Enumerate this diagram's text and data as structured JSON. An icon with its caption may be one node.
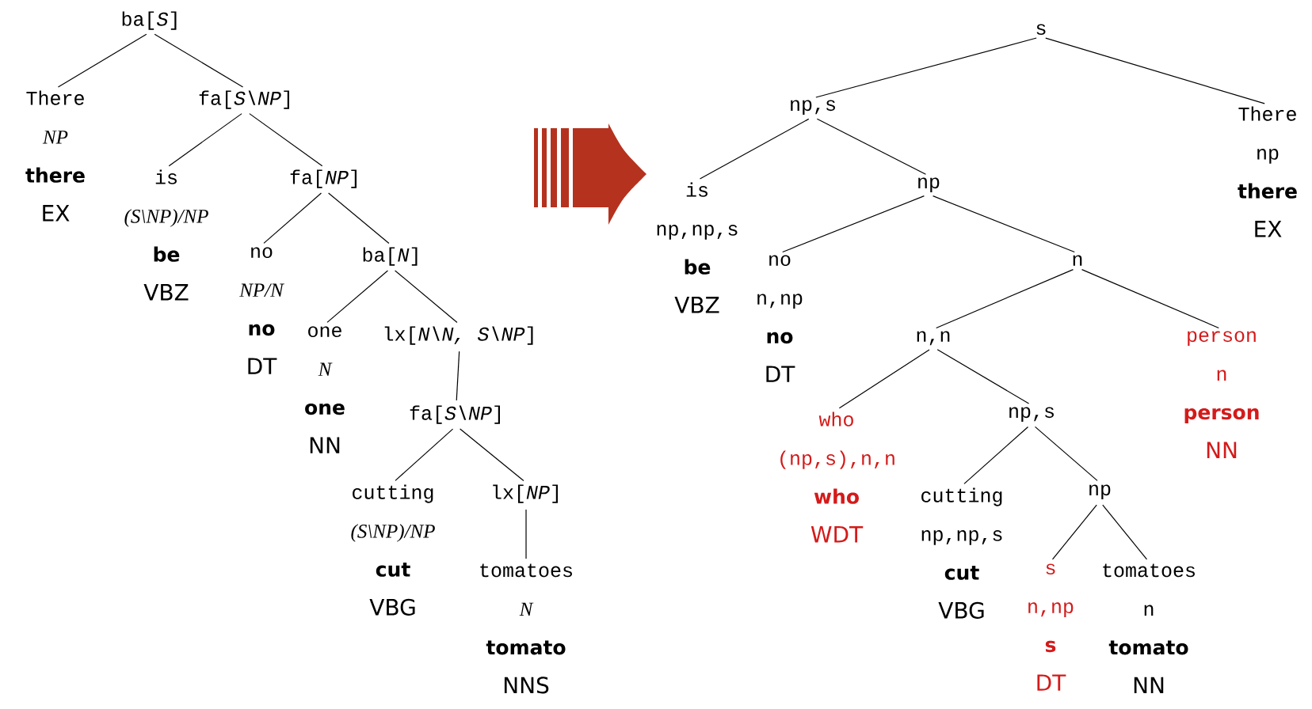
{
  "diagram": {
    "nodes": [
      {
        "text": [
          "ba[*S*]"
        ]
      },
      {
        "text": [
          "There",
          "NP",
          "there",
          "EX"
        ]
      },
      {
        "text": [
          "fa[*S\\NP*]"
        ]
      },
      {
        "text": [
          "is",
          "(S\\NP)/NP",
          "be",
          "VBZ"
        ]
      },
      {
        "text": [
          "fa[*NP*]"
        ]
      },
      {
        "text": [
          "no",
          "NP/N",
          "no",
          "DT"
        ]
      },
      {
        "text": [
          "ba[*N*]"
        ]
      },
      {
        "text": [
          "one",
          "N",
          "one",
          "NN"
        ]
      },
      {
        "text": [
          "lx[*N\\N, S\\NP*]"
        ]
      },
      {
        "text": [
          "fa[*S\\NP*]"
        ]
      },
      {
        "text": [
          "cutting",
          "(S\\NP)/NP",
          "cut",
          "VBG"
        ]
      },
      {
        "text": [
          "lx[*NP*]"
        ]
      },
      {
        "text": [
          "tomatoes",
          "N",
          "tomato",
          "NNS"
        ]
      },
      {
        "text": [
          "s"
        ]
      },
      {
        "text": [
          "np,s"
        ]
      },
      {
        "text": [
          "There",
          "np",
          "there",
          "EX"
        ]
      },
      {
        "text": [
          "is",
          "np,np,s",
          "be",
          "VBZ"
        ]
      },
      {
        "text": [
          "np"
        ]
      },
      {
        "text": [
          "no",
          "n,np",
          "no",
          "DT"
        ]
      },
      {
        "text": [
          "n"
        ]
      },
      {
        "text": [
          "n,n"
        ]
      },
      {
        "text": [
          "person",
          "n",
          "person",
          "NN"
        ]
      },
      {
        "text": [
          "who",
          "(np,s),n,n",
          "who",
          "WDT"
        ]
      },
      {
        "text": [
          "np,s"
        ]
      },
      {
        "text": [
          "cutting",
          "np,np,s",
          "cut",
          "VBG"
        ]
      },
      {
        "text": [
          "np"
        ]
      },
      {
        "text": [
          "s",
          "n,np",
          "s",
          "DT"
        ]
      },
      {
        "text": [
          "tomatoes",
          "n",
          "tomato",
          "NN"
        ]
      }
    ],
    "edges": [
      {
        "from": 0,
        "to": 1,
        "arrow": "none"
      },
      {
        "from": 0,
        "to": 2,
        "arrow": "none"
      },
      {
        "from": 2,
        "to": 3,
        "arrow": "none"
      },
      {
        "from": 2,
        "to": 4,
        "arrow": "none"
      },
      {
        "from": 4,
        "to": 5,
        "arrow": "none"
      },
      {
        "from": 4,
        "to": 6,
        "arrow": "none"
      },
      {
        "from": 6,
        "to": 7,
        "arrow": "none"
      },
      {
        "from": 6,
        "to": 8,
        "arrow": "none"
      },
      {
        "from": 8,
        "to": 9,
        "arrow": "none"
      },
      {
        "from": 9,
        "to": 10,
        "arrow": "none"
      },
      {
        "from": 9,
        "to": 11,
        "arrow": "none"
      },
      {
        "from": 11,
        "to": 12,
        "arrow": "none"
      },
      {
        "from": 13,
        "to": 14,
        "arrow": "none"
      },
      {
        "from": 13,
        "to": 15,
        "arrow": "none"
      },
      {
        "from": 14,
        "to": 16,
        "arrow": "none"
      },
      {
        "from": 14,
        "to": 17,
        "arrow": "none"
      },
      {
        "from": 17,
        "to": 18,
        "arrow": "none"
      },
      {
        "from": 17,
        "to": 19,
        "arrow": "none"
      },
      {
        "from": 19,
        "to": 20,
        "arrow": "none"
      },
      {
        "from": 19,
        "to": 21,
        "arrow": "none"
      },
      {
        "from": 20,
        "to": 22,
        "arrow": "none"
      },
      {
        "from": 20,
        "to": 23,
        "arrow": "none"
      },
      {
        "from": 23,
        "to": 24,
        "arrow": "none"
      },
      {
        "from": 23,
        "to": 25,
        "arrow": "none"
      },
      {
        "from": 25,
        "to": 26,
        "arrow": "none"
      },
      {
        "from": 25,
        "to": 27,
        "arrow": "none"
      }
    ]
  }
}
